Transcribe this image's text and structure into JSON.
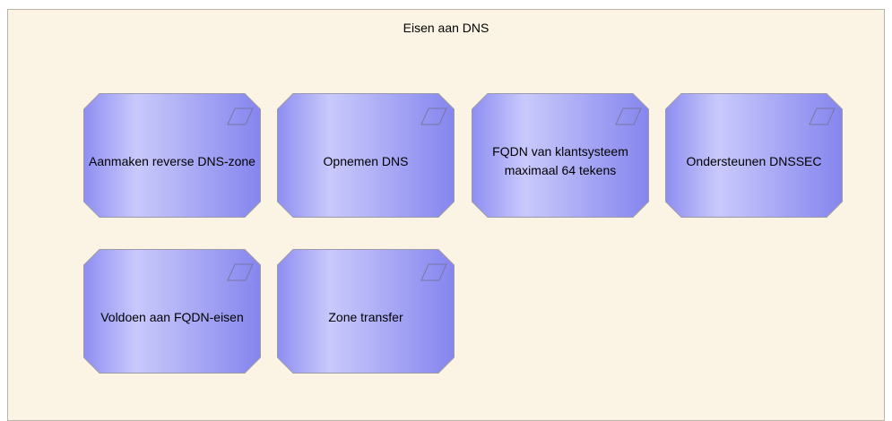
{
  "group": {
    "title": "Eisen aan DNS"
  },
  "requirements": [
    {
      "label": "Aanmaken reverse DNS-zone"
    },
    {
      "label": "Opnemen DNS"
    },
    {
      "label": "FQDN van klantsysteem maximaal 64 tekens"
    },
    {
      "label": "Ondersteunen DNSSEC"
    },
    {
      "label": "Voldoen aan FQDN-eisen"
    },
    {
      "label": "Zone transfer"
    }
  ],
  "colors": {
    "group_fill": "#fbf3e3",
    "element_fill_light": "#c7c7fc",
    "element_fill_dark": "#8b8bf0",
    "element_border": "#9a9aa8"
  }
}
